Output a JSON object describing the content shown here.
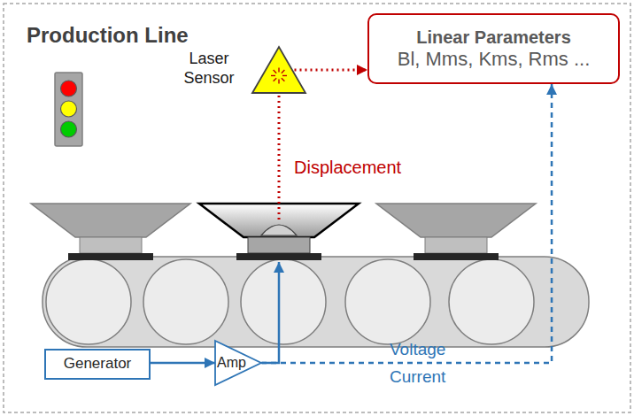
{
  "diagram": {
    "title": "Production Line",
    "nodes": [
      {
        "text": [
          "Laser Sensor"
        ]
      },
      {
        "text": [
          "Linear Parameters",
          "Bl, Mms, Kms, Rms ..."
        ]
      },
      {
        "text": [
          "Generator"
        ]
      },
      {
        "text": [
          "Amp"
        ]
      }
    ],
    "edges": [
      {
        "from": 0,
        "to": 1,
        "arrow": "to"
      },
      {
        "from": 2,
        "to": 3,
        "arrow": "to"
      },
      {
        "from": 3,
        "to": 1,
        "arrow": "to"
      }
    ],
    "labels": [
      "Displacement",
      "Voltage",
      "Current"
    ]
  }
}
